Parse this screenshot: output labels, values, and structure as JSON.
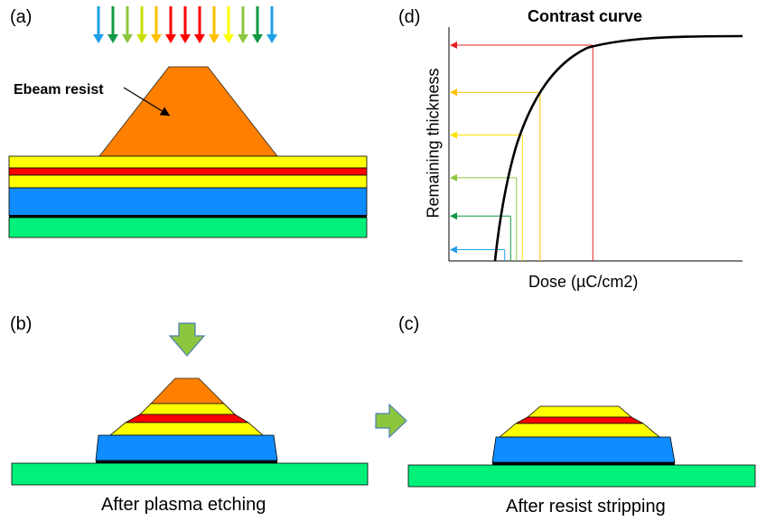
{
  "panels": {
    "a_label": "(a)",
    "b_label": "(b)",
    "c_label": "(c)",
    "d_label": "(d)"
  },
  "labels": {
    "resist": "Ebeam resist",
    "caption_b": "After plasma etching",
    "caption_c": "After resist stripping"
  },
  "colors": {
    "resist": "#ff8000",
    "yellow_layer": "#ffff00",
    "red_layer": "#ff0000",
    "blue_layer": "#0f8cff",
    "substrate": "#00f07a",
    "process_arrow": "#8cc63f"
  },
  "beam_arrow_colors": [
    "#1ea0e6",
    "#119944",
    "#8cc63f",
    "#c8e000",
    "#ffc000",
    "#ff0000",
    "#ff0000",
    "#ff0000",
    "#ffc000",
    "#ffff00",
    "#8cc63f",
    "#119944",
    "#1ea0e6"
  ],
  "chart_data": {
    "type": "line",
    "title": "Contrast curve",
    "xlabel": "Dose (µC/cm2)",
    "ylabel": "Remaining thickness",
    "x_ticks": "none",
    "y_ticks": "none",
    "grid": false,
    "curve": "threshold then saturating rise (sigmoid-like)",
    "threshold_dose_fraction": 0.18,
    "guide_levels": [
      {
        "color": "#1ea0e6",
        "thickness_fraction": 0.05,
        "dose_fraction": 0.19
      },
      {
        "color": "#119944",
        "thickness_fraction": 0.2,
        "dose_fraction": 0.21
      },
      {
        "color": "#8cc63f",
        "thickness_fraction": 0.37,
        "dose_fraction": 0.23
      },
      {
        "color": "#ffe000",
        "thickness_fraction": 0.56,
        "dose_fraction": 0.25
      },
      {
        "color": "#ffc000",
        "thickness_fraction": 0.75,
        "dose_fraction": 0.31
      },
      {
        "color": "#e02020",
        "thickness_fraction": 0.96,
        "dose_fraction": 0.49
      }
    ]
  }
}
